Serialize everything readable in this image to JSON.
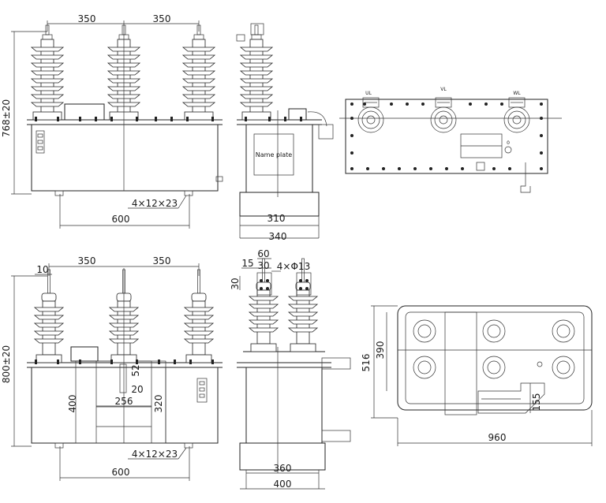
{
  "dims": {
    "top_front": {
      "pitch_left": "350",
      "pitch_right": "350",
      "height": "768±20",
      "holes": "4×12×23",
      "foot": "600"
    },
    "top_side": {
      "nameplate": "Name plate",
      "inner": "310",
      "outer": "340"
    },
    "top_plan": {
      "phase_a": "UL",
      "phase_b": "VL",
      "phase_c": "WL",
      "mark": "0"
    },
    "bottom_front": {
      "edge": "10",
      "pitch_left": "350",
      "pitch_right": "350",
      "height": "800±20",
      "d400": "400",
      "d52": "52",
      "d20": "20",
      "d256": "256",
      "d320": "320",
      "holes": "4×12×23",
      "foot": "600"
    },
    "bottom_side": {
      "d15": "15",
      "d60": "60",
      "d30a": "30",
      "d30b": "30",
      "holes": "4×Φ13",
      "inner": "360",
      "outer": "400"
    },
    "bottom_plan": {
      "d516": "516",
      "d390": "390",
      "d155": "155",
      "d960": "960"
    }
  }
}
